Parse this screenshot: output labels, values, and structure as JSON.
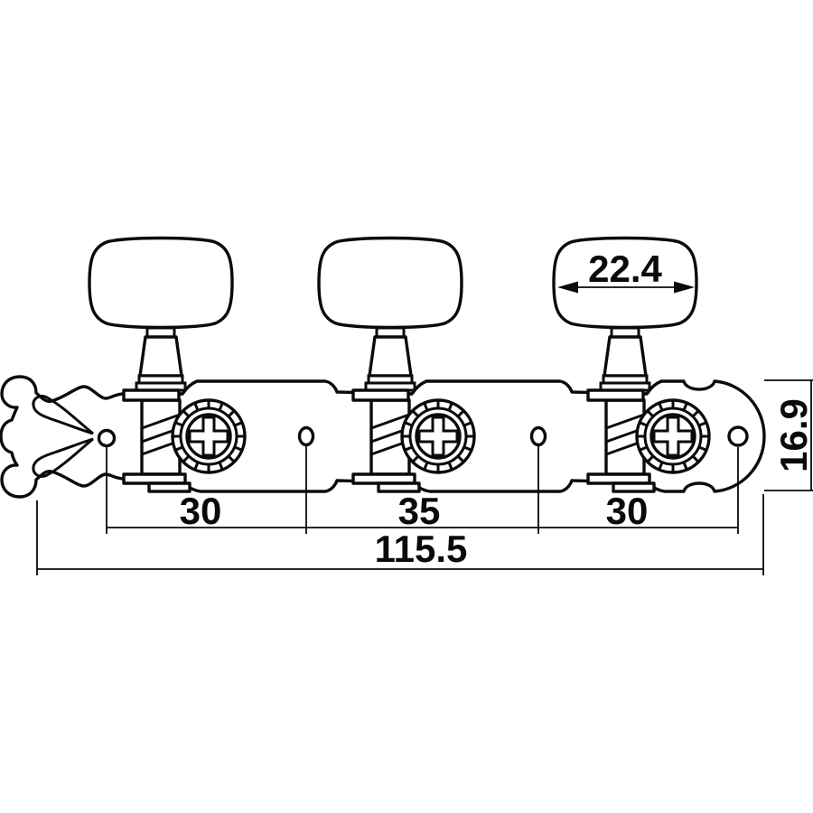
{
  "diagram": {
    "subject": "tuning-machine-technical-drawing",
    "background_color": "#ffffff",
    "line_color": "#0a0a0a",
    "dimensions": {
      "button_width": "22.4",
      "plate_height": "16.9",
      "post_spacings": [
        "30",
        "35",
        "30"
      ],
      "total_length": "115.5"
    }
  }
}
